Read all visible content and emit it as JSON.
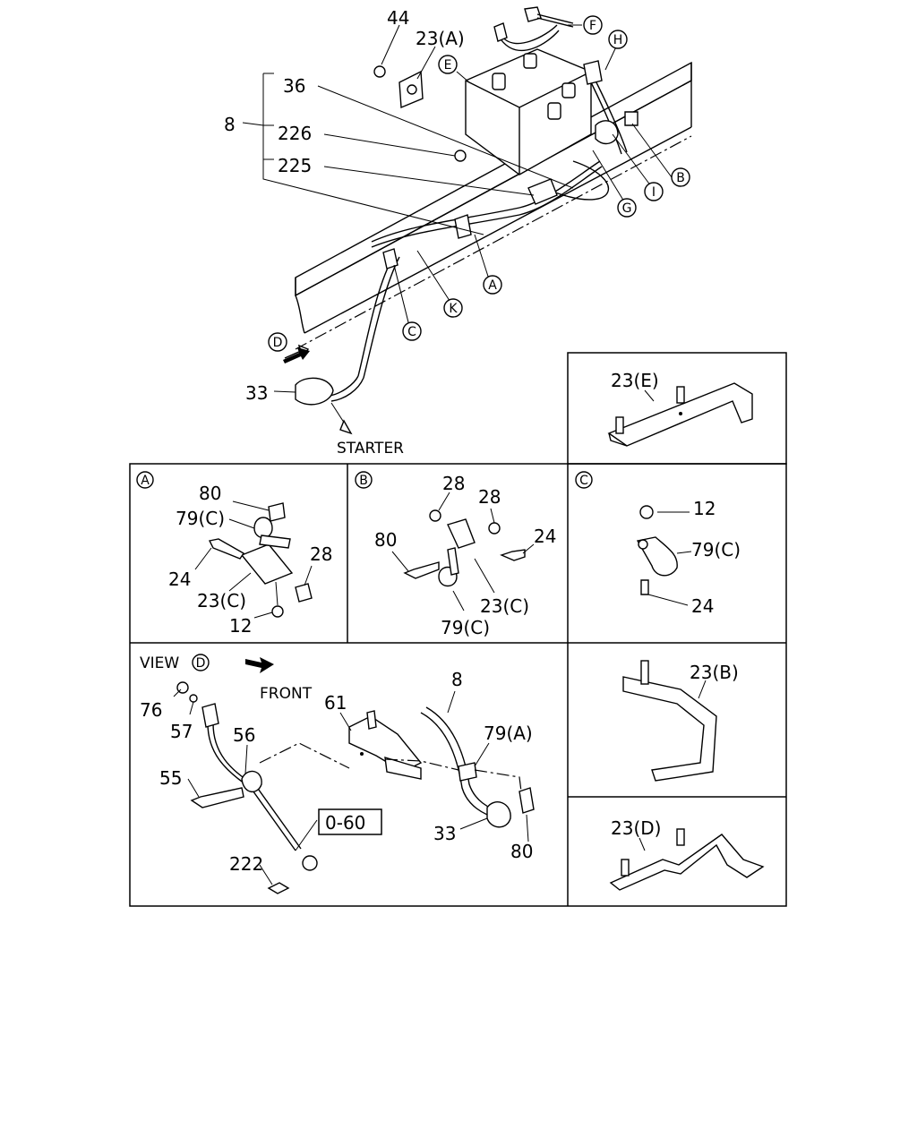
{
  "main": {
    "labels": {
      "p44": "44",
      "p23a": "23(A)",
      "p36": "36",
      "p8": "8",
      "p226": "226",
      "p225": "225",
      "p33": "33",
      "starter": "STARTER"
    },
    "circles": {
      "A": "A",
      "B": "B",
      "C": "C",
      "D": "D",
      "E": "E",
      "F": "F",
      "G": "G",
      "H": "H",
      "I": "I",
      "K": "K"
    }
  },
  "panels": {
    "E": {
      "label": "23(E)"
    },
    "A": {
      "circle": "A",
      "p80": "80",
      "p79c": "79(C)",
      "p24": "24",
      "p28": "28",
      "p23c": "23(C)",
      "p12": "12"
    },
    "B": {
      "circle": "B",
      "p28a": "28",
      "p28b": "28",
      "p80": "80",
      "p24": "24",
      "p23c": "23(C)",
      "p79c": "79(C)"
    },
    "C": {
      "circle": "C",
      "p12": "12",
      "p79c": "79(C)",
      "p24": "24"
    },
    "view": {
      "title": "VIEW",
      "circle": "D",
      "front": "FRONT",
      "p76": "76",
      "p57": "57",
      "p56": "56",
      "p55": "55",
      "p61": "61",
      "p8": "8",
      "p79a": "79(A)",
      "p33": "33",
      "p80": "80",
      "p222": "222",
      "ref": "0-60"
    },
    "B2": {
      "label": "23(B)"
    },
    "D2": {
      "label": "23(D)"
    }
  }
}
